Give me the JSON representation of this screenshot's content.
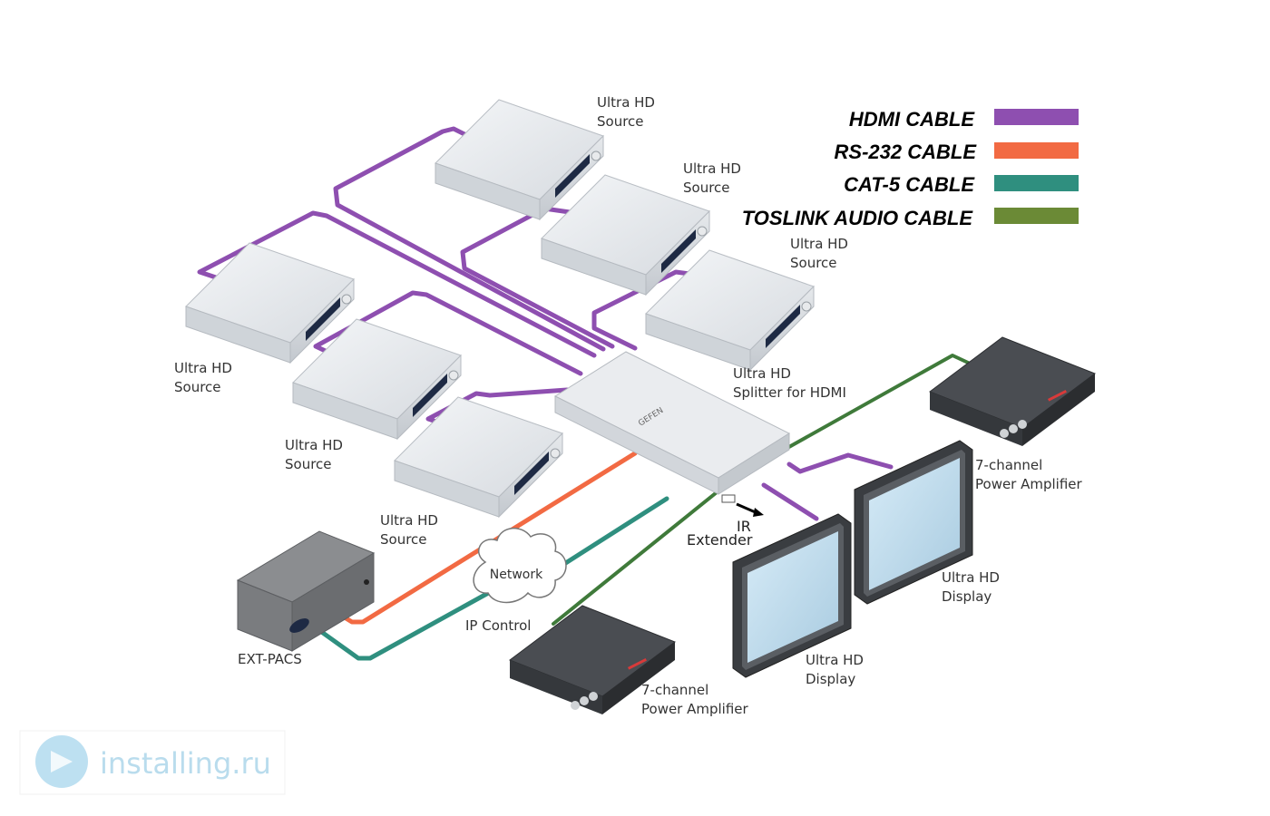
{
  "legend": {
    "items": [
      {
        "label": "HDMI CABLE",
        "color": "#8e4fb0"
      },
      {
        "label": "RS-232 CABLE",
        "color": "#f26a43"
      },
      {
        "label": "CAT-5 CABLE",
        "color": "#2f8f7f"
      },
      {
        "label": "TOSLINK AUDIO CABLE",
        "color": "#6b8a36"
      }
    ]
  },
  "sources": [
    {
      "line1": "Ultra HD",
      "line2": "Source"
    },
    {
      "line1": "Ultra HD",
      "line2": "Source"
    },
    {
      "line1": "Ultra HD",
      "line2": "Source"
    },
    {
      "line1": "Ultra HD",
      "line2": "Source"
    },
    {
      "line1": "Ultra HD",
      "line2": "Source"
    },
    {
      "line1": "Ultra HD",
      "line2": "Source"
    }
  ],
  "splitter": {
    "line1": "Ultra HD",
    "line2": "Splitter for HDMI",
    "brand": "GEFEN"
  },
  "ir_extender": {
    "line1": "IR",
    "line2": "Extender"
  },
  "displays": [
    {
      "line1": "Ultra HD",
      "line2": "Display"
    },
    {
      "line1": "Ultra HD",
      "line2": "Display"
    }
  ],
  "amplifiers": [
    {
      "line1": "7-channel",
      "line2": "Power Amplifier"
    },
    {
      "line1": "7-channel",
      "line2": "Power Amplifier"
    }
  ],
  "network": {
    "cloud_label": "Network",
    "control_label": "IP Control"
  },
  "ext_pacs": {
    "label": "EXT-PACS"
  },
  "watermark": {
    "text": "installing.ru"
  }
}
